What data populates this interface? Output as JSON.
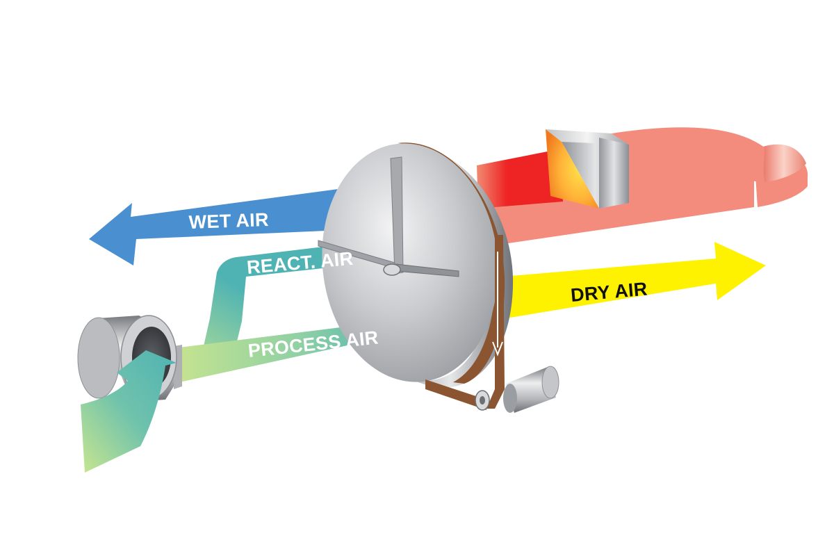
{
  "labels": {
    "wet_air": "WET AIR",
    "react_air": "REACT. AIR",
    "process_air": "PROCESS AIR",
    "dry_air": "DRY AIR"
  },
  "colors": {
    "wet_air": "#4a8fd0",
    "react_air": "#4fb3b3",
    "process_air": "#b7dd8e",
    "dry_air": "#fff200",
    "heated_loop": "#f48c7e",
    "heater_glow": "#ee2424",
    "belt": "#8a5530",
    "metal": "#b9bcc0"
  }
}
